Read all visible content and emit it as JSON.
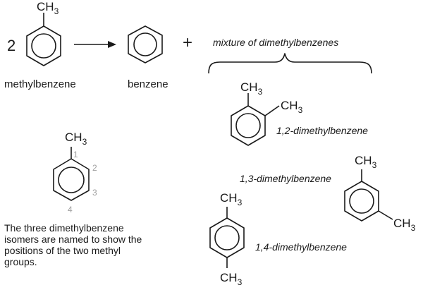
{
  "reaction": {
    "coefficient": "2",
    "reactant_label": "methylbenzene",
    "product_label": "benzene",
    "plus": "+",
    "mixture_label": "mixture of dimethylbenzenes"
  },
  "methyl": {
    "text": "CH",
    "subscript": "3"
  },
  "isomers": {
    "ortho": "1,2-dimethylbenzene",
    "meta": "1,3-dimethylbenzene",
    "para": "1,4-dimethylbenzene"
  },
  "numbering": [
    "1",
    "2",
    "3",
    "4"
  ],
  "note": "The three dimethylbenzene isomers are named to show the positions of the two methyl groups.",
  "colors": {
    "line": "#1a1a1a",
    "numbers": "#a0a0a0"
  }
}
